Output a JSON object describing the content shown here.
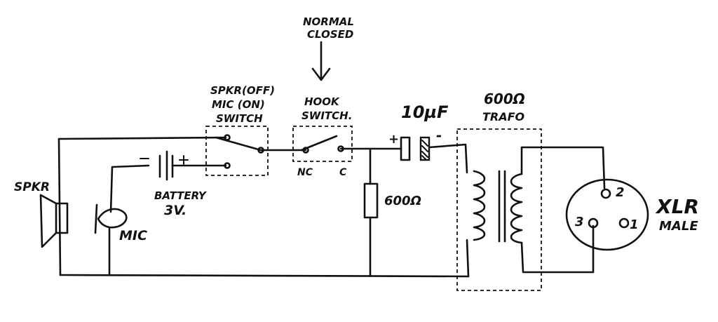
{
  "labels": {
    "normal_closed_1": "NORMAL",
    "normal_closed_2": "CLOSED",
    "spkr_mic_switch_1": "SPKR(OFF)",
    "spkr_mic_switch_2": "MIC (ON)",
    "spkr_mic_switch_3": "SWITCH",
    "hook_switch_1": "HOOK",
    "hook_switch_2": "SWITCH.",
    "nc": "NC",
    "c": "C",
    "cap_value": "10µF",
    "cap_plus": "+",
    "cap_minus": "-",
    "trafo_1": "600Ω",
    "trafo_2": "TRAFO",
    "resistor": "600Ω",
    "spkr": "SPKR",
    "mic": "MIC",
    "battery_1": "BATTERY",
    "battery_2": "3V.",
    "xlr_1": "XLR",
    "xlr_2": "MALE",
    "pin1": "1",
    "pin2": "2",
    "pin3": "3"
  }
}
